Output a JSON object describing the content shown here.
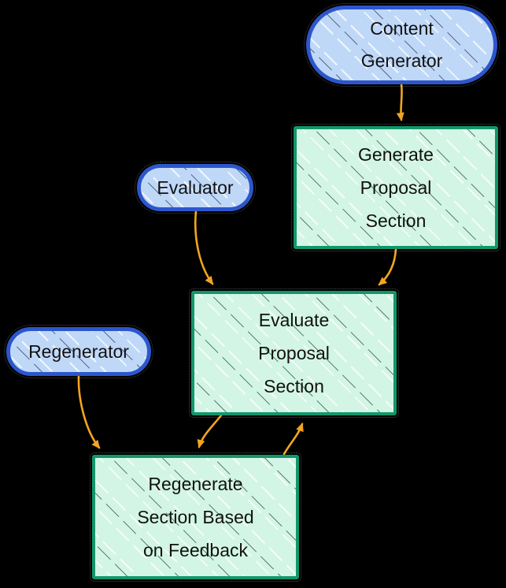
{
  "diagram": {
    "type": "flowchart",
    "style": "hand-drawn",
    "nodes": {
      "content_generator": {
        "shape": "stadium",
        "lines": [
          "Content",
          "Generator"
        ]
      },
      "generate_proposal": {
        "shape": "rectangle",
        "lines": [
          "Generate",
          "Proposal",
          "Section"
        ]
      },
      "evaluator": {
        "shape": "stadium",
        "lines": [
          "Evaluator"
        ]
      },
      "evaluate_proposal": {
        "shape": "rectangle",
        "lines": [
          "Evaluate",
          "Proposal",
          "Section"
        ]
      },
      "regenerator": {
        "shape": "stadium",
        "lines": [
          "Regenerator"
        ]
      },
      "regenerate_feedback": {
        "shape": "rectangle",
        "lines": [
          "Regenerate",
          "Section Based",
          "on Feedback"
        ]
      }
    },
    "edges": [
      {
        "from": "content_generator",
        "to": "generate_proposal"
      },
      {
        "from": "generate_proposal",
        "to": "evaluate_proposal"
      },
      {
        "from": "evaluator",
        "to": "evaluate_proposal"
      },
      {
        "from": "regenerator",
        "to": "regenerate_feedback"
      },
      {
        "from": "evaluate_proposal",
        "to": "regenerate_feedback"
      },
      {
        "from": "regenerate_feedback",
        "to": "evaluate_proposal"
      }
    ],
    "colors": {
      "background": "#000000",
      "node_text": "#111111",
      "pill_fill": "#BFD8F8",
      "pill_border": "#2D56CC",
      "box_fill": "#D2F5E5",
      "box_border": "#12966B",
      "arrow_color": "#F2A51F"
    }
  }
}
